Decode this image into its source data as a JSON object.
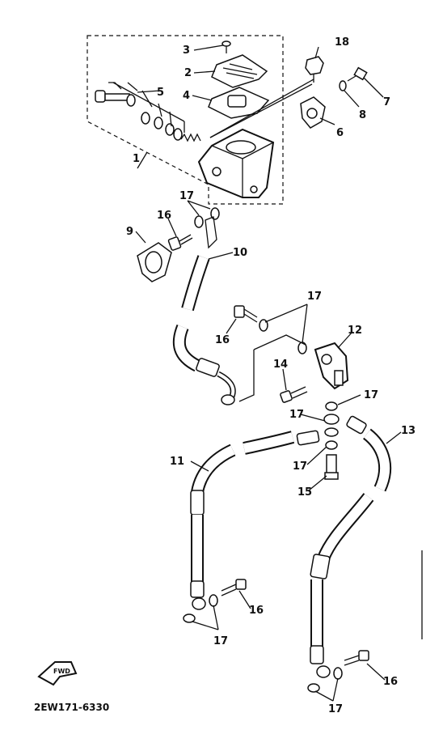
{
  "diagram": {
    "code": "2EW171-6330",
    "forward_badge": "FWD",
    "callouts": [
      {
        "id": "c1",
        "text": "1"
      },
      {
        "id": "c2",
        "text": "2"
      },
      {
        "id": "c3",
        "text": "3"
      },
      {
        "id": "c4",
        "text": "4"
      },
      {
        "id": "c5",
        "text": "5"
      },
      {
        "id": "c6",
        "text": "6"
      },
      {
        "id": "c7",
        "text": "7"
      },
      {
        "id": "c8",
        "text": "8"
      },
      {
        "id": "c9",
        "text": "9"
      },
      {
        "id": "c10",
        "text": "10"
      },
      {
        "id": "c11",
        "text": "11"
      },
      {
        "id": "c12",
        "text": "12"
      },
      {
        "id": "c13",
        "text": "13"
      },
      {
        "id": "c14",
        "text": "14"
      },
      {
        "id": "c15",
        "text": "15"
      },
      {
        "id": "c16a",
        "text": "16"
      },
      {
        "id": "c16b",
        "text": "16"
      },
      {
        "id": "c16c",
        "text": "16"
      },
      {
        "id": "c16d",
        "text": "16"
      },
      {
        "id": "c17a",
        "text": "17"
      },
      {
        "id": "c17b",
        "text": "17"
      },
      {
        "id": "c17c",
        "text": "17"
      },
      {
        "id": "c17d",
        "text": "17"
      },
      {
        "id": "c17e",
        "text": "17"
      },
      {
        "id": "c17f",
        "text": "17"
      },
      {
        "id": "c17g",
        "text": "17"
      },
      {
        "id": "c18",
        "text": "18"
      }
    ]
  }
}
